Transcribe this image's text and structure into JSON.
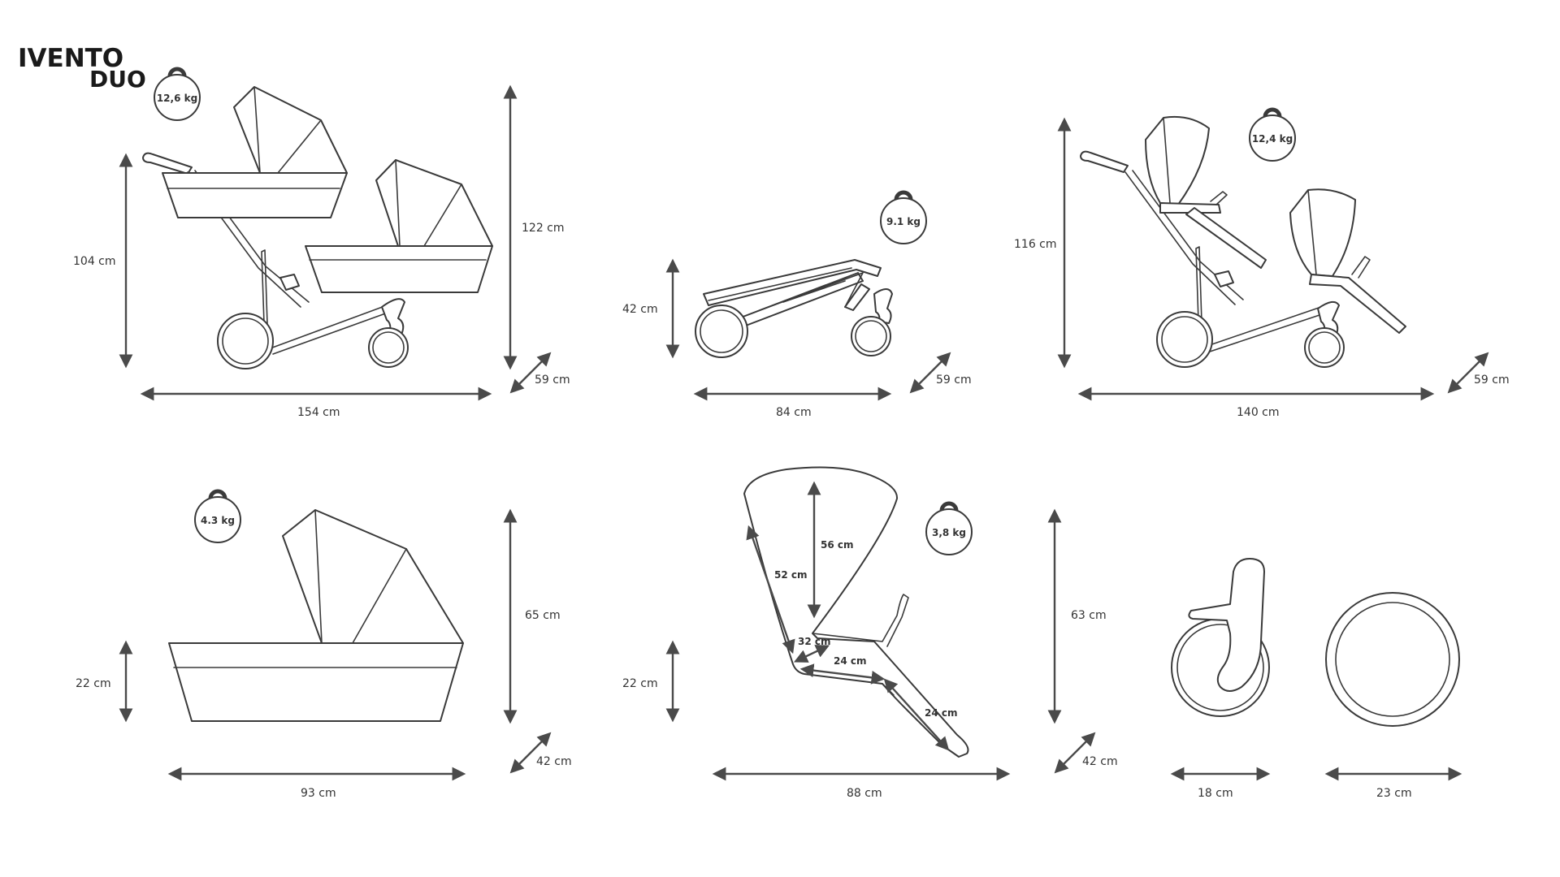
{
  "brand": {
    "name": "IVENTO",
    "model": "DUO"
  },
  "weights": {
    "twin_pram": "12,6 kg",
    "chassis": "9.1 kg",
    "twin_stroller": "12,4 kg",
    "carrycot": "4.3 kg",
    "seat_unit": "3,8 kg"
  },
  "dimensions": {
    "twin_pram": {
      "height": "104 cm",
      "total_height": "122 cm",
      "length": "154 cm",
      "width": "59 cm"
    },
    "chassis": {
      "height": "42 cm",
      "length": "84 cm",
      "width": "59 cm"
    },
    "twin_stroller": {
      "height": "116 cm",
      "length": "140 cm",
      "width": "59 cm"
    },
    "carrycot": {
      "height": "22 cm",
      "total_height": "65 cm",
      "length": "93 cm",
      "width": "42 cm"
    },
    "seat_unit": {
      "backrest": "52 cm",
      "canopy": "56 cm",
      "seat_depth": "32 cm",
      "seat_length": "24 cm",
      "footrest": "24 cm",
      "height": "22 cm",
      "total_height": "63 cm",
      "length": "88 cm",
      "width": "42 cm"
    },
    "front_wheel": "18 cm",
    "rear_wheel": "23 cm"
  },
  "colors": {
    "line": "#3a3a3a",
    "text": "#333333",
    "background": "#ffffff"
  }
}
